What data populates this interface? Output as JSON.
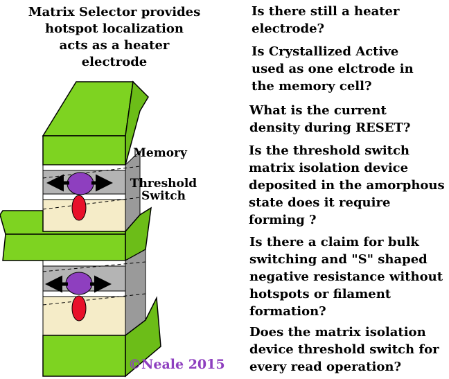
{
  "caption": "Matrix  Selector provides\nhotspot localization\nacts as a heater\nelectrode",
  "labels": {
    "memory": "Memory",
    "threshold_switch": "Threshold\nSwitch"
  },
  "questions": [
    "Is there still a heater\nelectrode?",
    "Is Crystallized Active\nused as one elctrode in\nthe memory cell?",
    "What is the current\ndensity during RESET?",
    "Is the threshold switch\nmatrix isolation device\ndeposited in the amorphous\nstate does it require\nforming ?",
    "Is there a claim for bulk\nswitching and \"S\" shaped\nnegative resistance without\nhotspots or filament\nformation?",
    "Does the matrix isolation\ndevice threshold switch for\nevery read operation?"
  ],
  "copyright": "©Neale 2015",
  "colors": {
    "green": "#7ed321",
    "gray": "#b4b4b4",
    "beige": "#f5ecc8",
    "purple": "#8e3fbf",
    "red": "#e8102a",
    "copyright": "#8e3fbf"
  }
}
